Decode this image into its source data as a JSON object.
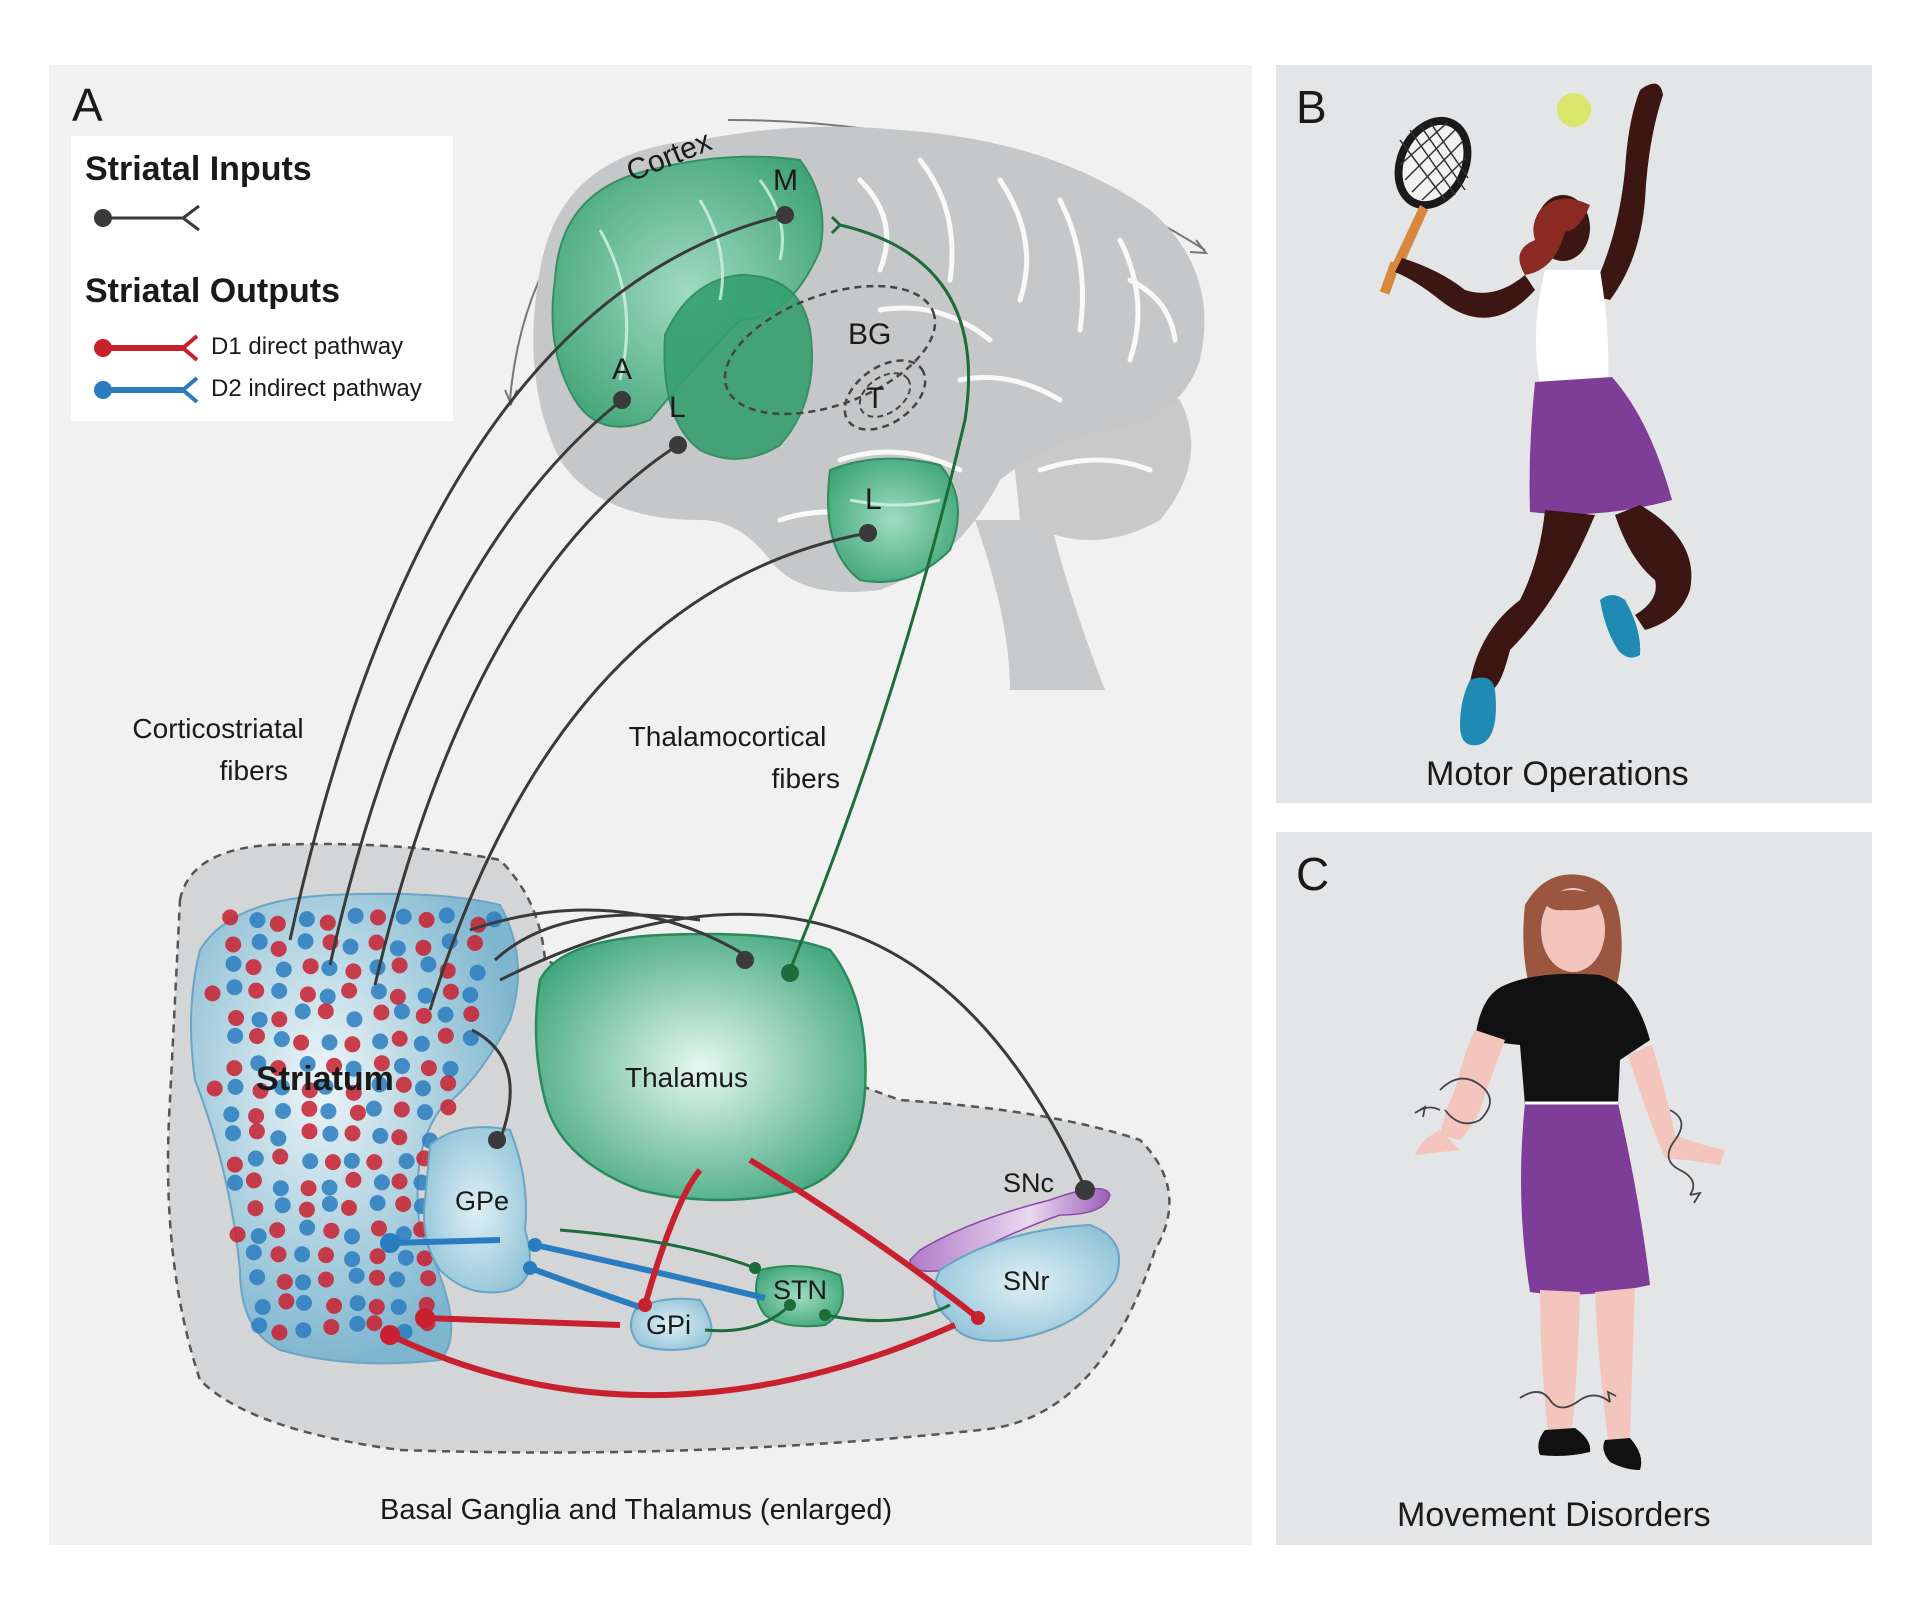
{
  "panel_a": {
    "letter": "A",
    "legend": {
      "inputs_title": "Striatal Inputs",
      "outputs_title": "Striatal Outputs",
      "d1_label": "D1 direct pathway",
      "d2_label": "D2 indirect pathway"
    },
    "brain_labels": {
      "cortex": "Cortex",
      "m": "M",
      "a": "A",
      "l_upper": "L",
      "l_lower": "L",
      "bg": "BG",
      "t": "T"
    },
    "fiber_labels": {
      "corticostriatal_line1": "Corticostriatal",
      "corticostriatal_line2": "fibers",
      "thalamocortical_line1": "Thalamocortical",
      "thalamocortical_line2": "fibers"
    },
    "structures": {
      "striatum": "Striatum",
      "thalamus": "Thalamus",
      "gpe": "GPe",
      "gpi": "GPi",
      "stn": "STN",
      "snc": "SNc",
      "snr": "SNr"
    },
    "caption": "Basal Ganglia and Thalamus (enlarged)"
  },
  "panel_b": {
    "letter": "B",
    "caption": "Motor Operations"
  },
  "panel_c": {
    "letter": "C",
    "caption": "Movement Disorders"
  },
  "colors": {
    "d1_red": "#c8202f",
    "d2_blue": "#2a7cc0",
    "green_fiber": "#1e6b3c",
    "cortex_green": "#3fa878",
    "skirt_purple": "#7e3d96",
    "shoe_teal": "#1f8bb5"
  }
}
